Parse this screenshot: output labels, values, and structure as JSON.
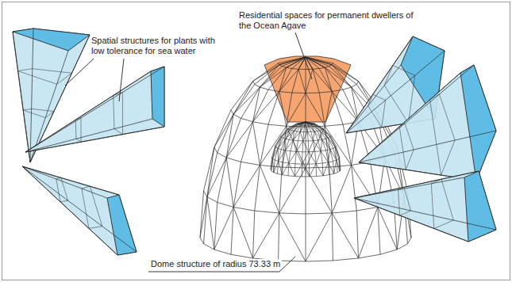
{
  "diagram": {
    "labels": [
      "Residential spaces for permanent dwellers of the Ocean Agave",
      "Spatial structures for plants with low tolerance for sea water",
      "Dome structure of radius 73.33 m"
    ]
  }
}
